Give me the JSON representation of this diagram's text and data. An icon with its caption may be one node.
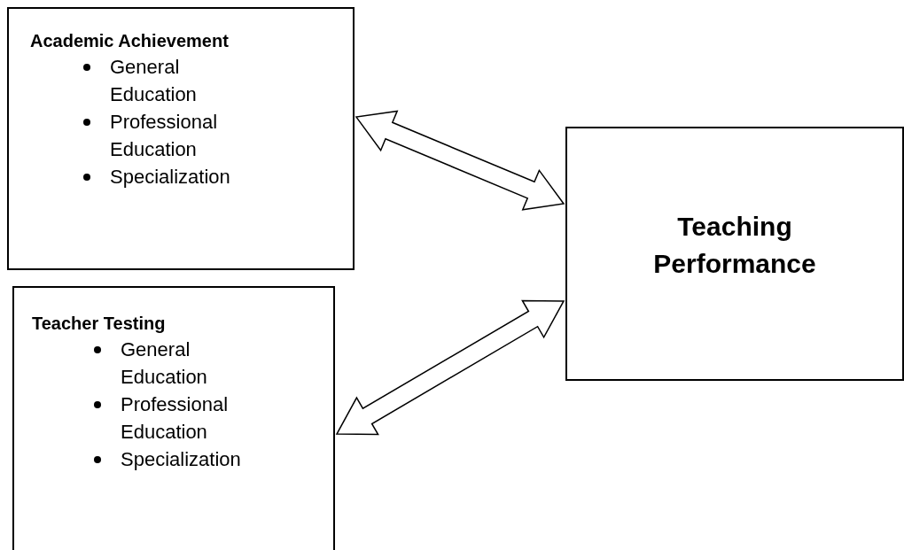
{
  "diagram": {
    "nodes": [
      {
        "text": [
          "Academic Achievement",
          "General Education",
          "Professional Education",
          "Specialization"
        ]
      },
      {
        "text": [
          "Teacher Testing",
          "General Education",
          "Professional Education",
          "Specialization"
        ]
      },
      {
        "text": [
          "Teaching Performance"
        ]
      }
    ],
    "edges": [
      {
        "from": 0,
        "to": 2,
        "arrow": "both"
      },
      {
        "from": 1,
        "to": 2,
        "arrow": "both"
      }
    ]
  }
}
